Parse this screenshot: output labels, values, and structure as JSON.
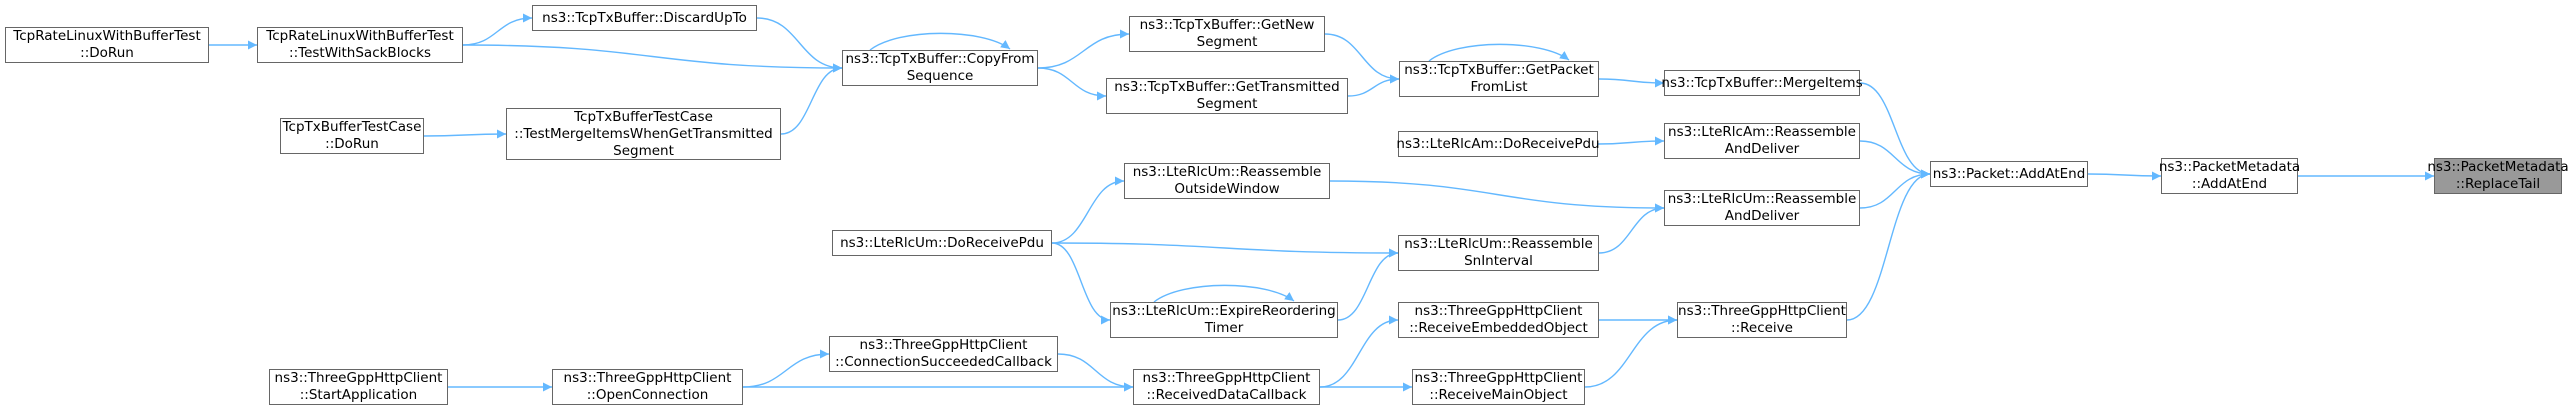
{
  "graph": {
    "edge_color": "#63b8ff",
    "node_border_color": "#666666",
    "current_fill": "#999999",
    "nodes": [
      {
        "id": "n1",
        "lines": [
          "ns3::PacketMetadata",
          "::ReplaceTail"
        ],
        "current": true
      },
      {
        "id": "n2",
        "lines": [
          "ns3::PacketMetadata",
          "::AddAtEnd"
        ]
      },
      {
        "id": "n3",
        "lines": [
          "ns3::Packet::AddAtEnd"
        ]
      },
      {
        "id": "n4",
        "lines": [
          "ns3::TcpTxBuffer::MergeItems"
        ]
      },
      {
        "id": "n5",
        "lines": [
          "ns3::LteRlcAm::Reassemble",
          "AndDeliver"
        ]
      },
      {
        "id": "n6",
        "lines": [
          "ns3::LteRlcUm::Reassemble",
          "AndDeliver"
        ]
      },
      {
        "id": "n7",
        "lines": [
          "ns3::ThreeGppHttpClient",
          "::Receive"
        ]
      },
      {
        "id": "n8",
        "lines": [
          "ns3::TcpTxBuffer::GetPacket",
          "FromList"
        ]
      },
      {
        "id": "n9",
        "lines": [
          "ns3::LteRlcAm::DoReceivePdu"
        ]
      },
      {
        "id": "n10",
        "lines": [
          "ns3::LteRlcUm::Reassemble",
          "SnInterval"
        ]
      },
      {
        "id": "n11",
        "lines": [
          "ns3::ThreeGppHttpClient",
          "::ReceiveEmbeddedObject"
        ]
      },
      {
        "id": "n12",
        "lines": [
          "ns3::ThreeGppHttpClient",
          "::ReceiveMainObject"
        ]
      },
      {
        "id": "n13",
        "lines": [
          "ns3::TcpTxBuffer::GetNew",
          "Segment"
        ]
      },
      {
        "id": "n14",
        "lines": [
          "ns3::TcpTxBuffer::GetTransmitted",
          "Segment"
        ]
      },
      {
        "id": "n15",
        "lines": [
          "ns3::LteRlcUm::Reassemble",
          "OutsideWindow"
        ]
      },
      {
        "id": "n16",
        "lines": [
          "ns3::LteRlcUm::ExpireReordering",
          "Timer"
        ]
      },
      {
        "id": "n17",
        "lines": [
          "ns3::ThreeGppHttpClient",
          "::ReceivedDataCallback"
        ]
      },
      {
        "id": "n18",
        "lines": [
          "ns3::TcpTxBuffer::CopyFrom",
          "Sequence"
        ]
      },
      {
        "id": "n19",
        "lines": [
          "ns3::LteRlcUm::DoReceivePdu"
        ]
      },
      {
        "id": "n20",
        "lines": [
          "ns3::ThreeGppHttpClient",
          "::ConnectionSucceededCallback"
        ]
      },
      {
        "id": "n21",
        "lines": [
          "ns3::ThreeGppHttpClient",
          "::OpenConnection"
        ]
      },
      {
        "id": "n22",
        "lines": [
          "ns3::TcpTxBuffer::DiscardUpTo"
        ]
      },
      {
        "id": "n23",
        "lines": [
          "TcpRateLinuxWithBufferTest",
          "::TestWithSackBlocks"
        ]
      },
      {
        "id": "n24",
        "lines": [
          "TcpTxBufferTestCase",
          "::TestMergeItemsWhenGetTransmitted",
          "Segment"
        ]
      },
      {
        "id": "n25",
        "lines": [
          "TcpRateLinuxWithBufferTest",
          "::DoRun"
        ]
      },
      {
        "id": "n26",
        "lines": [
          "TcpTxBufferTestCase",
          "::DoRun"
        ]
      },
      {
        "id": "n27",
        "lines": [
          "ns3::ThreeGppHttpClient",
          "::StartApplication"
        ]
      }
    ],
    "edges": [
      {
        "from": "n2",
        "to": "n1"
      },
      {
        "from": "n3",
        "to": "n2"
      },
      {
        "from": "n4",
        "to": "n3"
      },
      {
        "from": "n5",
        "to": "n3"
      },
      {
        "from": "n6",
        "to": "n3"
      },
      {
        "from": "n7",
        "to": "n3"
      },
      {
        "from": "n8",
        "to": "n4"
      },
      {
        "from": "n8",
        "to": "n8"
      },
      {
        "from": "n9",
        "to": "n5"
      },
      {
        "from": "n15",
        "to": "n6"
      },
      {
        "from": "n10",
        "to": "n6"
      },
      {
        "from": "n11",
        "to": "n7"
      },
      {
        "from": "n12",
        "to": "n7"
      },
      {
        "from": "n13",
        "to": "n8"
      },
      {
        "from": "n14",
        "to": "n8"
      },
      {
        "from": "n19",
        "to": "n10"
      },
      {
        "from": "n16",
        "to": "n10"
      },
      {
        "from": "n17",
        "to": "n11"
      },
      {
        "from": "n17",
        "to": "n12"
      },
      {
        "from": "n18",
        "to": "n13"
      },
      {
        "from": "n18",
        "to": "n14"
      },
      {
        "from": "n18",
        "to": "n18"
      },
      {
        "from": "n19",
        "to": "n15"
      },
      {
        "from": "n16",
        "to": "n16"
      },
      {
        "from": "n19",
        "to": "n16"
      },
      {
        "from": "n20",
        "to": "n17"
      },
      {
        "from": "n21",
        "to": "n17"
      },
      {
        "from": "n22",
        "to": "n18"
      },
      {
        "from": "n23",
        "to": "n18"
      },
      {
        "from": "n24",
        "to": "n18"
      },
      {
        "from": "n21",
        "to": "n20"
      },
      {
        "from": "n23",
        "to": "n22"
      },
      {
        "from": "n25",
        "to": "n23"
      },
      {
        "from": "n26",
        "to": "n24"
      },
      {
        "from": "n27",
        "to": "n21"
      }
    ]
  }
}
